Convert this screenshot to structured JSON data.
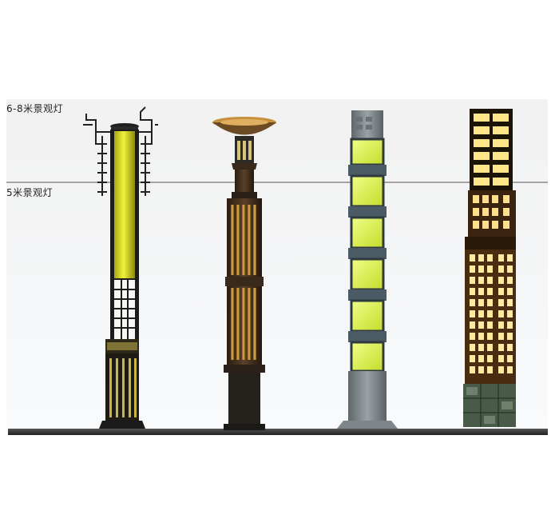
{
  "height_markers": [
    {
      "label": "6-8米景观灯"
    },
    {
      "label": "5米景观灯"
    }
  ],
  "colors": {
    "background": "#ffffff",
    "backdrop_top": "#f3f3f3",
    "backdrop_bottom": "#f7f9fb",
    "ground": "#3a3a3a",
    "lamp_glow_yellow": "#e6e62a",
    "lamp_glow_green": "#e0f060",
    "lamp_glow_amber": "#d9a336",
    "lamp_glow_cream": "#ffe79a",
    "metal_dark": "#1e1e1e",
    "metal_bronze": "#3d2a1b",
    "stone_gray": "#7a8186",
    "base_green": "#4a5a48"
  },
  "lamps": [
    {
      "style": "chinese-scroll-top post lamp"
    },
    {
      "style": "bowl-top column lamp"
    },
    {
      "style": "square glass-block column lamp"
    },
    {
      "style": "stepped grid tower lamp"
    }
  ]
}
